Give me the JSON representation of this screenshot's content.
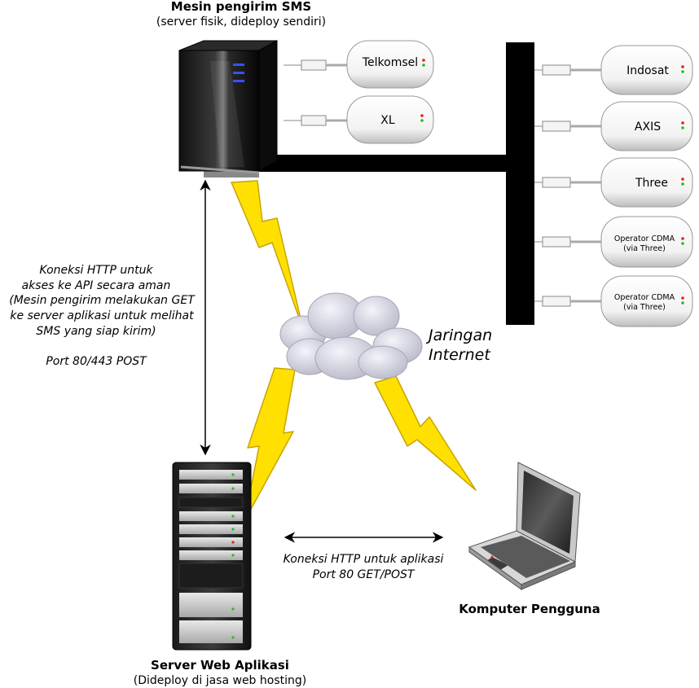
{
  "sms_machine": {
    "title": "Mesin pengirim SMS",
    "subtitle": "(server fisik, dideploy sendiri)"
  },
  "modems": [
    {
      "label": "Telkomsel"
    },
    {
      "label": "XL"
    },
    {
      "label": "Indosat"
    },
    {
      "label": "AXIS"
    },
    {
      "label": "Three"
    },
    {
      "label_line1": "Operator CDMA",
      "label_line2": "(via Three)"
    },
    {
      "label_line1": "Operator CDMA",
      "label_line2": "(via Three)"
    }
  ],
  "internet": {
    "line1": "Jaringan",
    "line2": "Internet"
  },
  "api_connection": {
    "lines": [
      "Koneksi HTTP untuk",
      "akses ke API secara aman",
      "(Mesin pengirim melakukan GET",
      "ke server aplikasi untuk melihat",
      "SMS yang siap kirim)",
      "",
      "Port 80/443 POST"
    ]
  },
  "app_connection": {
    "line1": "Koneksi HTTP untuk aplikasi",
    "line2": "Port 80 GET/POST"
  },
  "web_server": {
    "title": "Server Web Aplikasi",
    "subtitle": "(Dideploy di jasa web hosting)"
  },
  "user_computer": {
    "title": "Komputer Pengguna"
  },
  "colors": {
    "lightning": "#ffe000",
    "lightning_stroke": "#c9a400",
    "bus": "#000000",
    "led_red": "#e02020",
    "led_green": "#20c020"
  }
}
